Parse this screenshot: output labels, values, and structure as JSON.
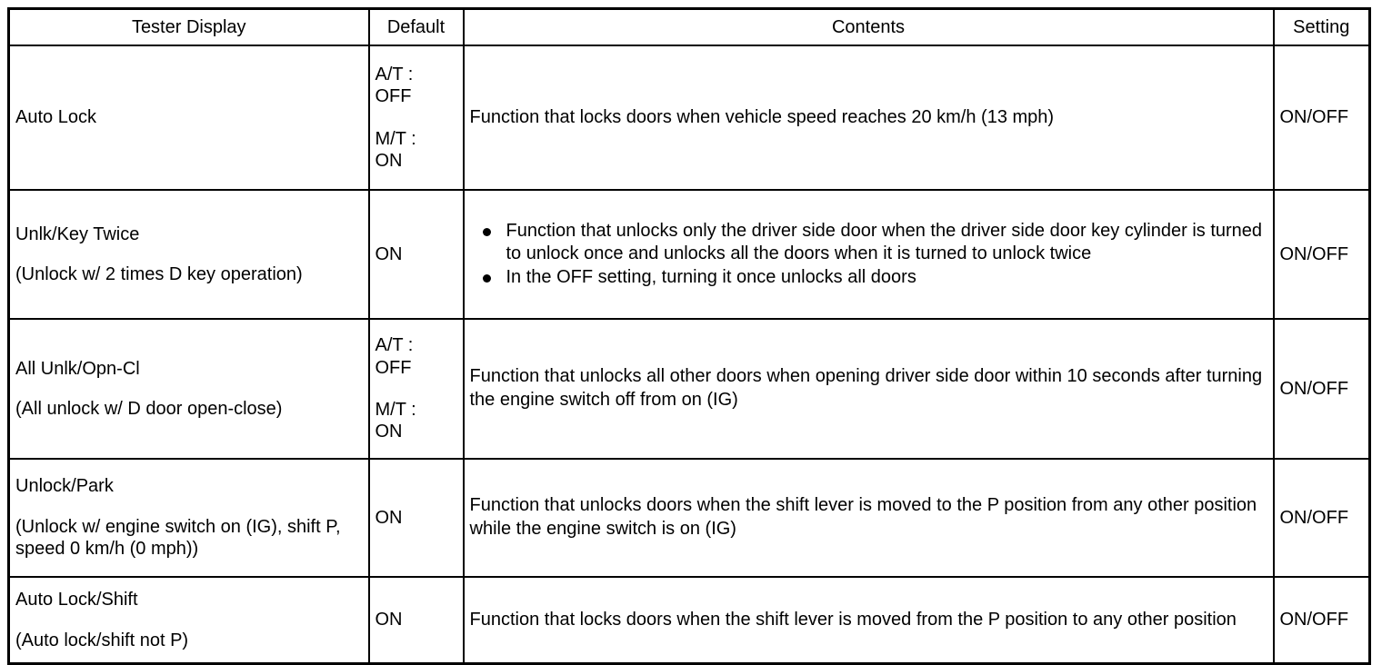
{
  "table": {
    "headers": {
      "tester_display": "Tester Display",
      "default": "Default",
      "contents": "Contents",
      "setting": "Setting"
    },
    "rows": [
      {
        "name_primary": "Auto Lock",
        "name_secondary": "",
        "default_lines": [
          "A/T :",
          "OFF",
          "M/T :",
          "ON"
        ],
        "default_single": "",
        "contents_type": "paragraph",
        "contents_text": "Function that locks doors when vehicle speed reaches 20 km/h (13 mph)",
        "contents_bullets": [],
        "setting": "ON/OFF"
      },
      {
        "name_primary": "Unlk/Key Twice",
        "name_secondary": "(Unlock w/ 2 times D key operation)",
        "default_lines": [],
        "default_single": "ON",
        "contents_type": "bullets",
        "contents_text": "",
        "contents_bullets": [
          "Function that unlocks only the driver side door when the driver side door key cylinder is turned to unlock once and unlocks all the doors when it is turned to unlock twice",
          "In the OFF setting, turning it once unlocks all doors"
        ],
        "setting": "ON/OFF"
      },
      {
        "name_primary": "All Unlk/Opn-Cl",
        "name_secondary": "(All unlock w/ D door open-close)",
        "default_lines": [
          "A/T :",
          "OFF",
          "M/T :",
          "ON"
        ],
        "default_single": "",
        "contents_type": "paragraph",
        "contents_text": "Function that unlocks all other doors when opening driver side door within 10 seconds after turning the engine switch off from on (IG)",
        "contents_bullets": [],
        "setting": "ON/OFF"
      },
      {
        "name_primary": "Unlock/Park",
        "name_secondary": "(Unlock w/ engine switch on (IG), shift P, speed 0 km/h (0 mph))",
        "default_lines": [],
        "default_single": "ON",
        "contents_type": "paragraph",
        "contents_text": "Function that unlocks doors when the shift lever is moved to the P position from any other position while the engine switch is on (IG)",
        "contents_bullets": [],
        "setting": "ON/OFF"
      },
      {
        "name_primary": "Auto Lock/Shift",
        "name_secondary": "(Auto lock/shift not P)",
        "default_lines": [],
        "default_single": "ON",
        "contents_type": "paragraph",
        "contents_text": "Function that locks doors when the shift lever is moved from the P position to any other position",
        "contents_bullets": [],
        "setting": "ON/OFF"
      }
    ]
  }
}
